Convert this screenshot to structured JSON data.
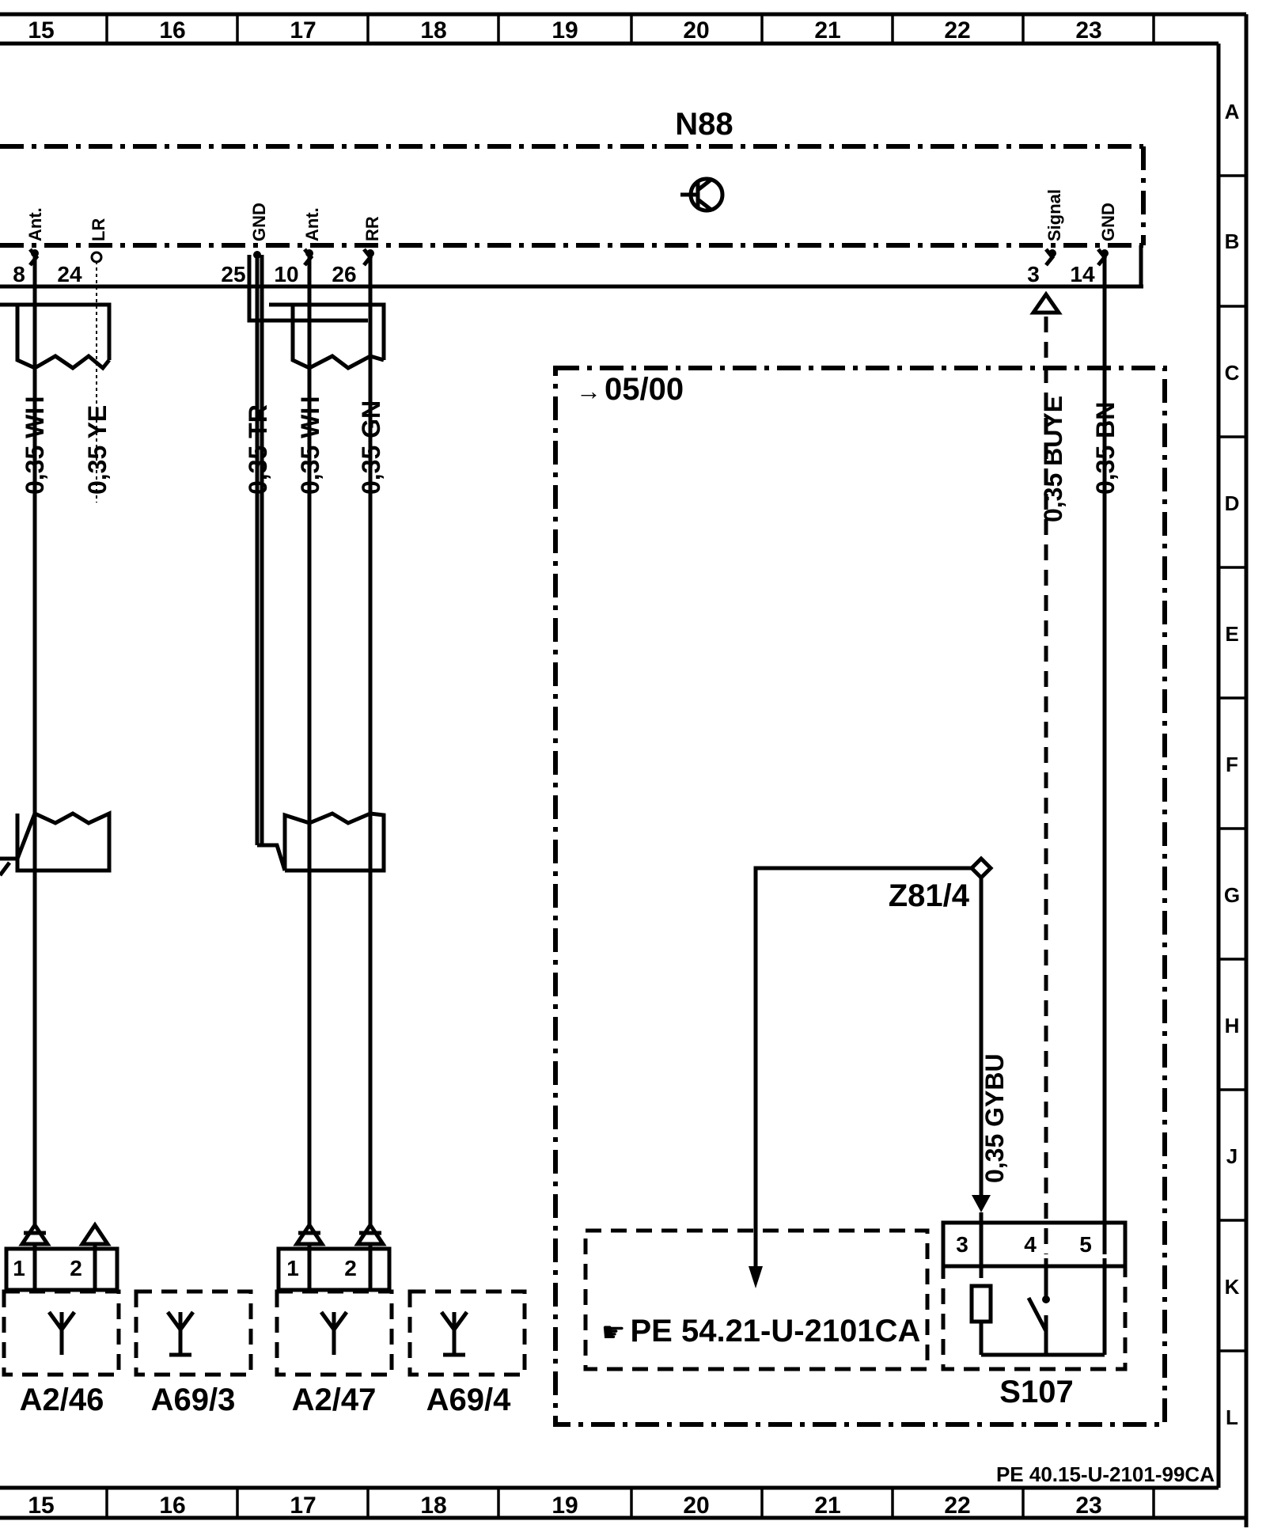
{
  "columns": [
    "15",
    "16",
    "17",
    "18",
    "19",
    "20",
    "21",
    "22",
    "23"
  ],
  "rows": [
    "A",
    "B",
    "C",
    "D",
    "E",
    "F",
    "G",
    "H",
    "J",
    "K",
    "L"
  ],
  "components": {
    "control_unit": "N88",
    "unit_pins": [
      {
        "number": "8",
        "name": "Ant."
      },
      {
        "number": "24",
        "name": "LR"
      },
      {
        "number": "25",
        "name": "GND"
      },
      {
        "number": "10",
        "name": "Ant."
      },
      {
        "number": "26",
        "name": "RR"
      },
      {
        "number": "3",
        "name": "Signal"
      },
      {
        "number": "14",
        "name": "GND"
      }
    ],
    "model_year_box": "05/00",
    "ground_point": "Z81/4",
    "reference_box": "PE  54.21-U-2101CA",
    "switch": {
      "label": "S107",
      "pins": [
        "3",
        "4",
        "5"
      ]
    },
    "antennas": [
      {
        "label": "A2/46",
        "pins": [
          "1",
          "2"
        ]
      },
      {
        "label": "A69/3"
      },
      {
        "label": "A2/47",
        "pins": [
          "1",
          "2"
        ]
      },
      {
        "label": "A69/4"
      }
    ]
  },
  "wires": [
    {
      "size": "0,35",
      "color": "WH"
    },
    {
      "size": "0,35",
      "color": "YE"
    },
    {
      "size": "0,35",
      "color": "TR"
    },
    {
      "size": "0,35",
      "color": "WH"
    },
    {
      "size": "0,35",
      "color": "GN"
    },
    {
      "size": "0,35",
      "color": "BUYE"
    },
    {
      "size": "0,35",
      "color": "BN"
    },
    {
      "size": "0,35",
      "color": "GYBU"
    }
  ],
  "footer_reference": "PE 40.15-U-2101-99CA"
}
